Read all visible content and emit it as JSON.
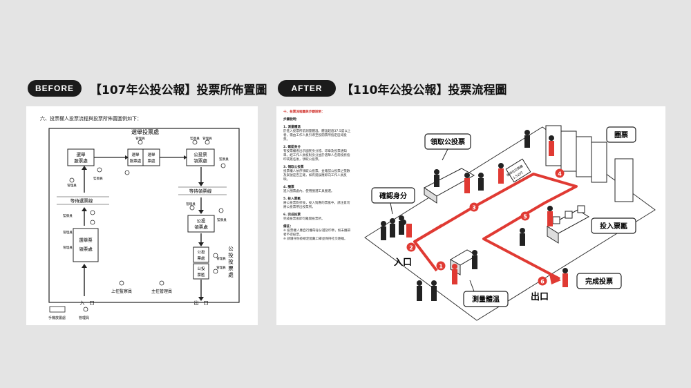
{
  "before": {
    "tag": "BEFORE",
    "title": "【107年公投公報】投票所佈置圖",
    "doc": {
      "heading": "六、投票權人投票流程與投票所佈置圖例如下：",
      "hall": "選舉投票處",
      "box_election_id": [
        "選舉",
        "服票處"
      ],
      "box_election_id2": [
        "選舉",
        "服票處"
      ],
      "box_election_ballot": [
        "選舉",
        "票處"
      ],
      "box_vote_receive": [
        "公投票",
        "領票處"
      ],
      "box_vote_ballot": [
        "公投",
        "領票處"
      ],
      "box_vote_booth": [
        "公投",
        "票處"
      ],
      "box_vote_box": [
        "公投",
        "票匭"
      ],
      "box_pickup": [
        "選舉票",
        "領票處"
      ],
      "side_vote_title": "公投投票處",
      "wait1": "等待選票線",
      "wait2": "等待領票線",
      "staff": [
        "管理員",
        "監察員",
        "管理員",
        "管理員",
        "管理員",
        "監察員",
        "監察員",
        "管理員",
        "管理員",
        "管理員"
      ],
      "staff_vert_left": "監察員",
      "staff_vert_left2": "管理員",
      "staff_vert_left3": "管理員",
      "staff_vert_right": "監察員",
      "upper_supervisor": "上任監察員",
      "chief_manager": "主任管理員",
      "entrance": "入　口",
      "exit": "出　口",
      "legend1": "手機放置處",
      "legend2": "管理員"
    }
  },
  "after": {
    "tag": "AFTER",
    "title": "【110年公投公報】投票流程圖",
    "doc": {
      "heading": "十、投票流程圖與步驟說明：",
      "steps_title": "步驟說明：",
      "steps": [
        {
          "title": "1. 測量體溫",
          "body": "於進入投票所前測量體溫，體溫超過37.5度以上者，需由工作人員引導至投開票所指定區域投票。"
        },
        {
          "title": "2. 確認身分",
          "body": "有投票權者出示國民身分證、印章及投票通知單，經工作人員核對身分並於選舉人名冊按捺指印或簽名後，領取公投票。"
        },
        {
          "title": "3. 領取公投票",
          "body": "投票權人依序領取公投票，並確認公投票之張數及案號是否正確，如有錯誤應即向工作人員反映。"
        },
        {
          "title": "4. 圈票",
          "body": "進入圈票處內，使用圈選工具圈選。"
        },
        {
          "title": "5. 投入票匭",
          "body": "將公投票對折後，投入對應的票匭中，請注意勿將公投票帶出投票所。"
        },
        {
          "title": "6. 完成投票",
          "body": "完成投票後即可離開投票所。"
        }
      ],
      "note_title": "備註：",
      "notes": [
        "※ 投票權人應自行攜帶身分證及印章，如未攜帶者不得投票。",
        "※ 請遵守防疫規定配戴口罩並保持社交距離。"
      ]
    },
    "labels": {
      "s1": "1",
      "s2": "2",
      "s3": "3",
      "s4": "4",
      "s5": "5",
      "s6": "6",
      "measure": "測量體溫",
      "confirm": "確認身分",
      "receive": "領取公投票",
      "mark": "圈票",
      "cast": "投入票匭",
      "done": "完成投票",
      "entrance": "入口",
      "exit": "出口",
      "banner1": "保持社交距離",
      "banner2": "1.5公尺"
    }
  },
  "colors": {
    "background": "#e4e4e4",
    "pill": "#1b1b1b",
    "route": "#e03a33",
    "ink": "#111111"
  }
}
